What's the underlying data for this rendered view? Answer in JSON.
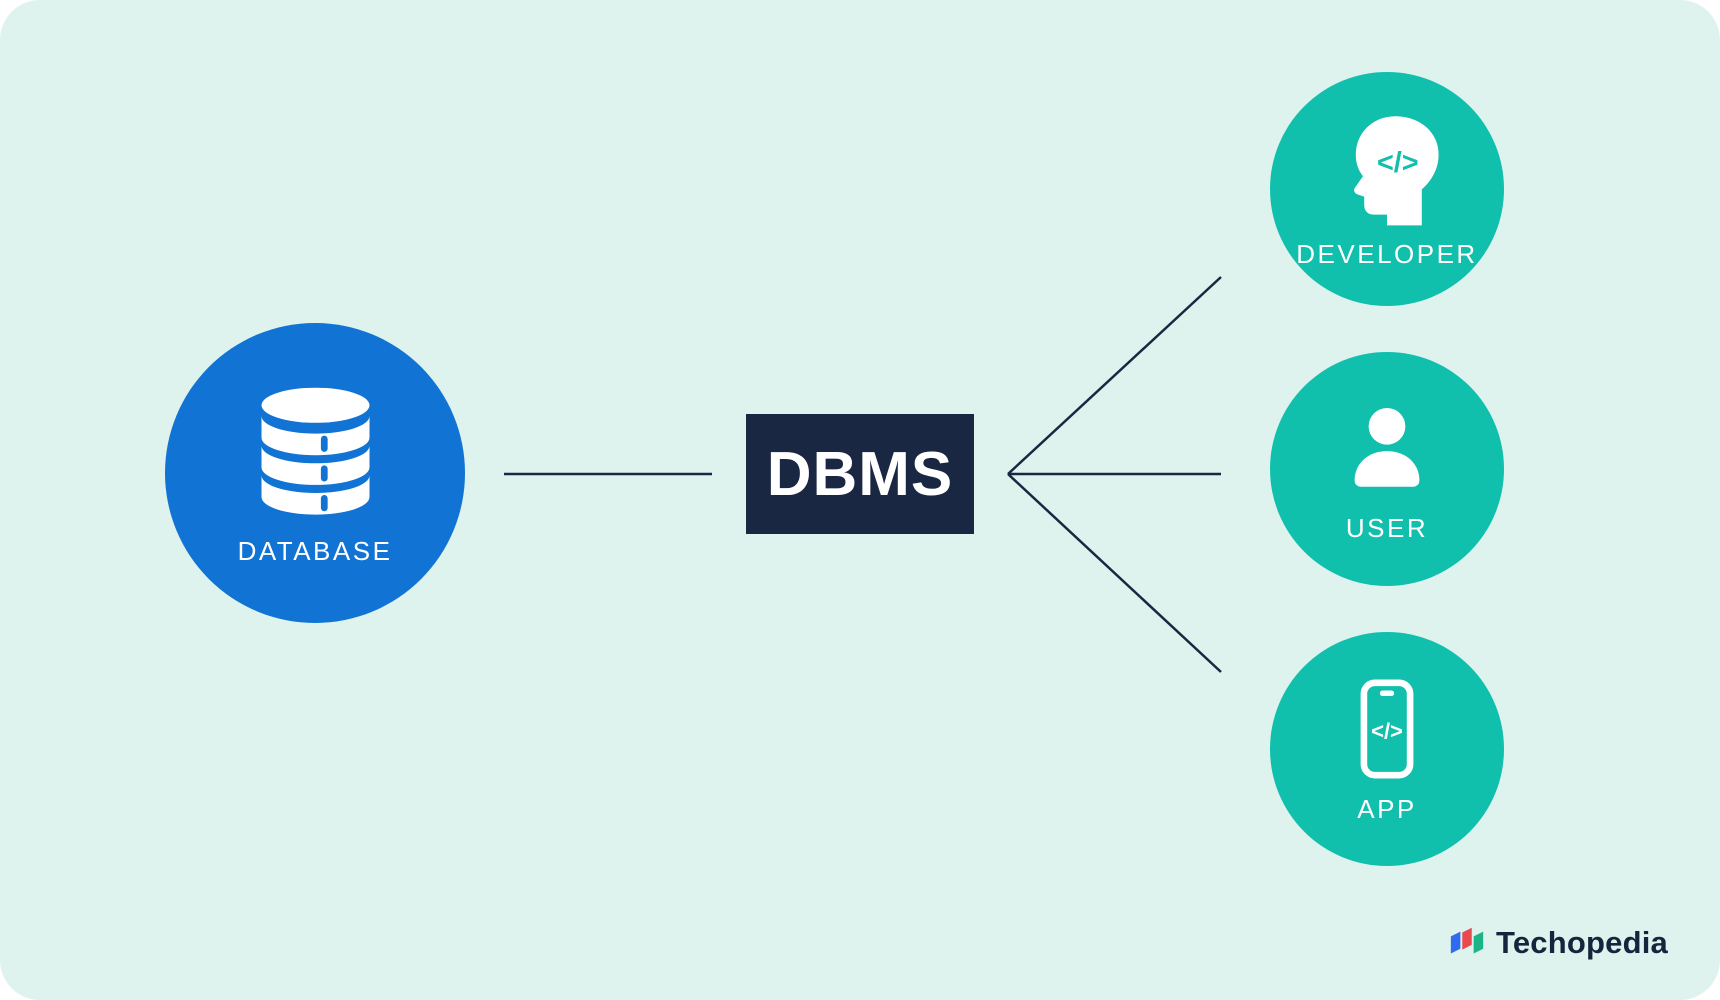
{
  "diagram": {
    "center_label": "DBMS",
    "database": {
      "label": "DATABASE",
      "icon": "database-cylinder-icon"
    },
    "nodes": [
      {
        "id": "developer",
        "label": "DEVELOPER",
        "icon": "developer-head-code-icon"
      },
      {
        "id": "user",
        "label": "USER",
        "icon": "user-person-icon"
      },
      {
        "id": "app",
        "label": "APP",
        "icon": "app-smartphone-code-icon"
      }
    ],
    "icons": {
      "code_glyph": "</>"
    }
  },
  "colors": {
    "background": "#def2ee",
    "database_circle": "#1173d4",
    "node_circle": "#11bfad",
    "dbms_box": "#1a2742",
    "line": "#1a2742",
    "label_text": "#ffffff",
    "brand_text": "#17243d",
    "brand_mark_blue": "#2e6bf0",
    "brand_mark_red": "#e84a50",
    "brand_mark_green": "#1cb487"
  },
  "branding": {
    "logo_text": "Techopedia",
    "logo_icon": "techopedia-mark-icon"
  }
}
